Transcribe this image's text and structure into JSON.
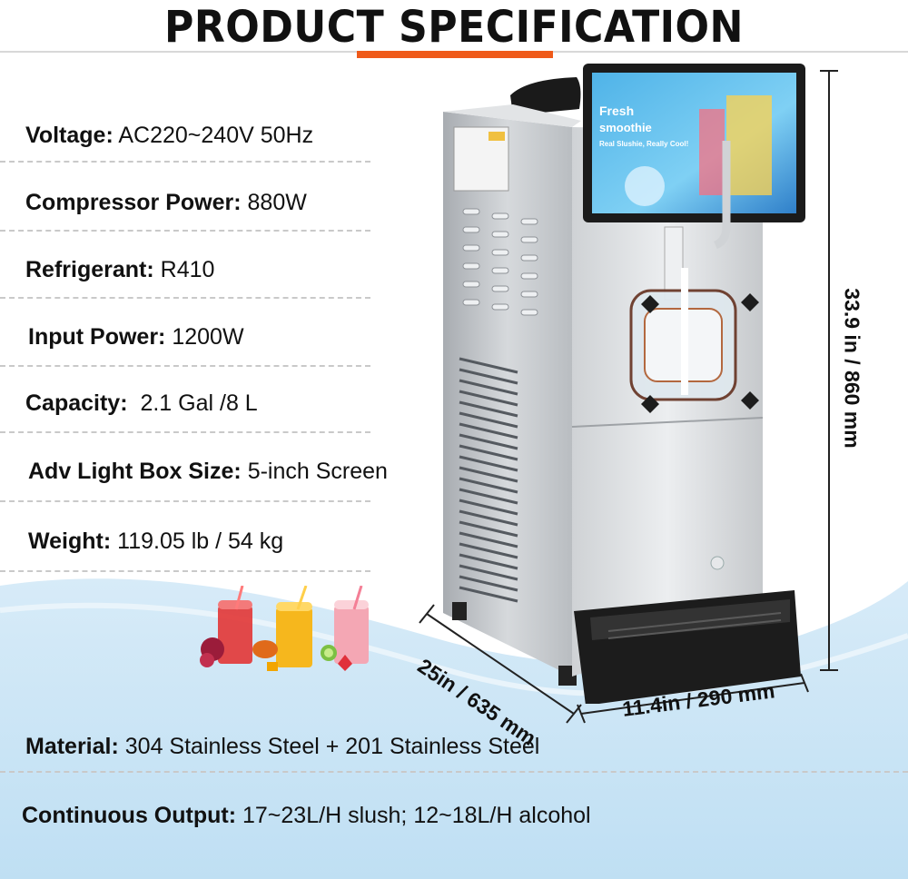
{
  "title": "PRODUCT SPECIFICATION",
  "specs": [
    {
      "label": "Voltage:",
      "value": "AC220~240V 50Hz"
    },
    {
      "label": "Compressor Power:",
      "value": "880W"
    },
    {
      "label": "Refrigerant:",
      "value": "R410"
    },
    {
      "label": "Input Power:",
      "value": "1200W"
    },
    {
      "label": "Capacity:",
      "value": " 2.1 Gal /8 L"
    },
    {
      "label": "Adv Light Box Size:",
      "value": "5-inch Screen"
    },
    {
      "label": "Weight:",
      "value": "119.05 lb / 54 kg"
    },
    {
      "label": "Material:",
      "value": "304 Stainless Steel + 201 Stainless Steel"
    },
    {
      "label": "Continuous Output:",
      "value": "17~23L/H slush; 12~18L/H alcohol"
    }
  ],
  "dimensions": {
    "height": "33.9 in / 860 mm",
    "depth": "25in / 635 mm",
    "width": "11.4in / 290 mm"
  },
  "screen": {
    "line1": "Fresh",
    "line2": "smoothie",
    "line3": "Real Slushie, Really Cool!"
  },
  "colors": {
    "accent": "#ef5a1a",
    "wave": "#cfe6f6",
    "steel": "#c9ccd0"
  }
}
